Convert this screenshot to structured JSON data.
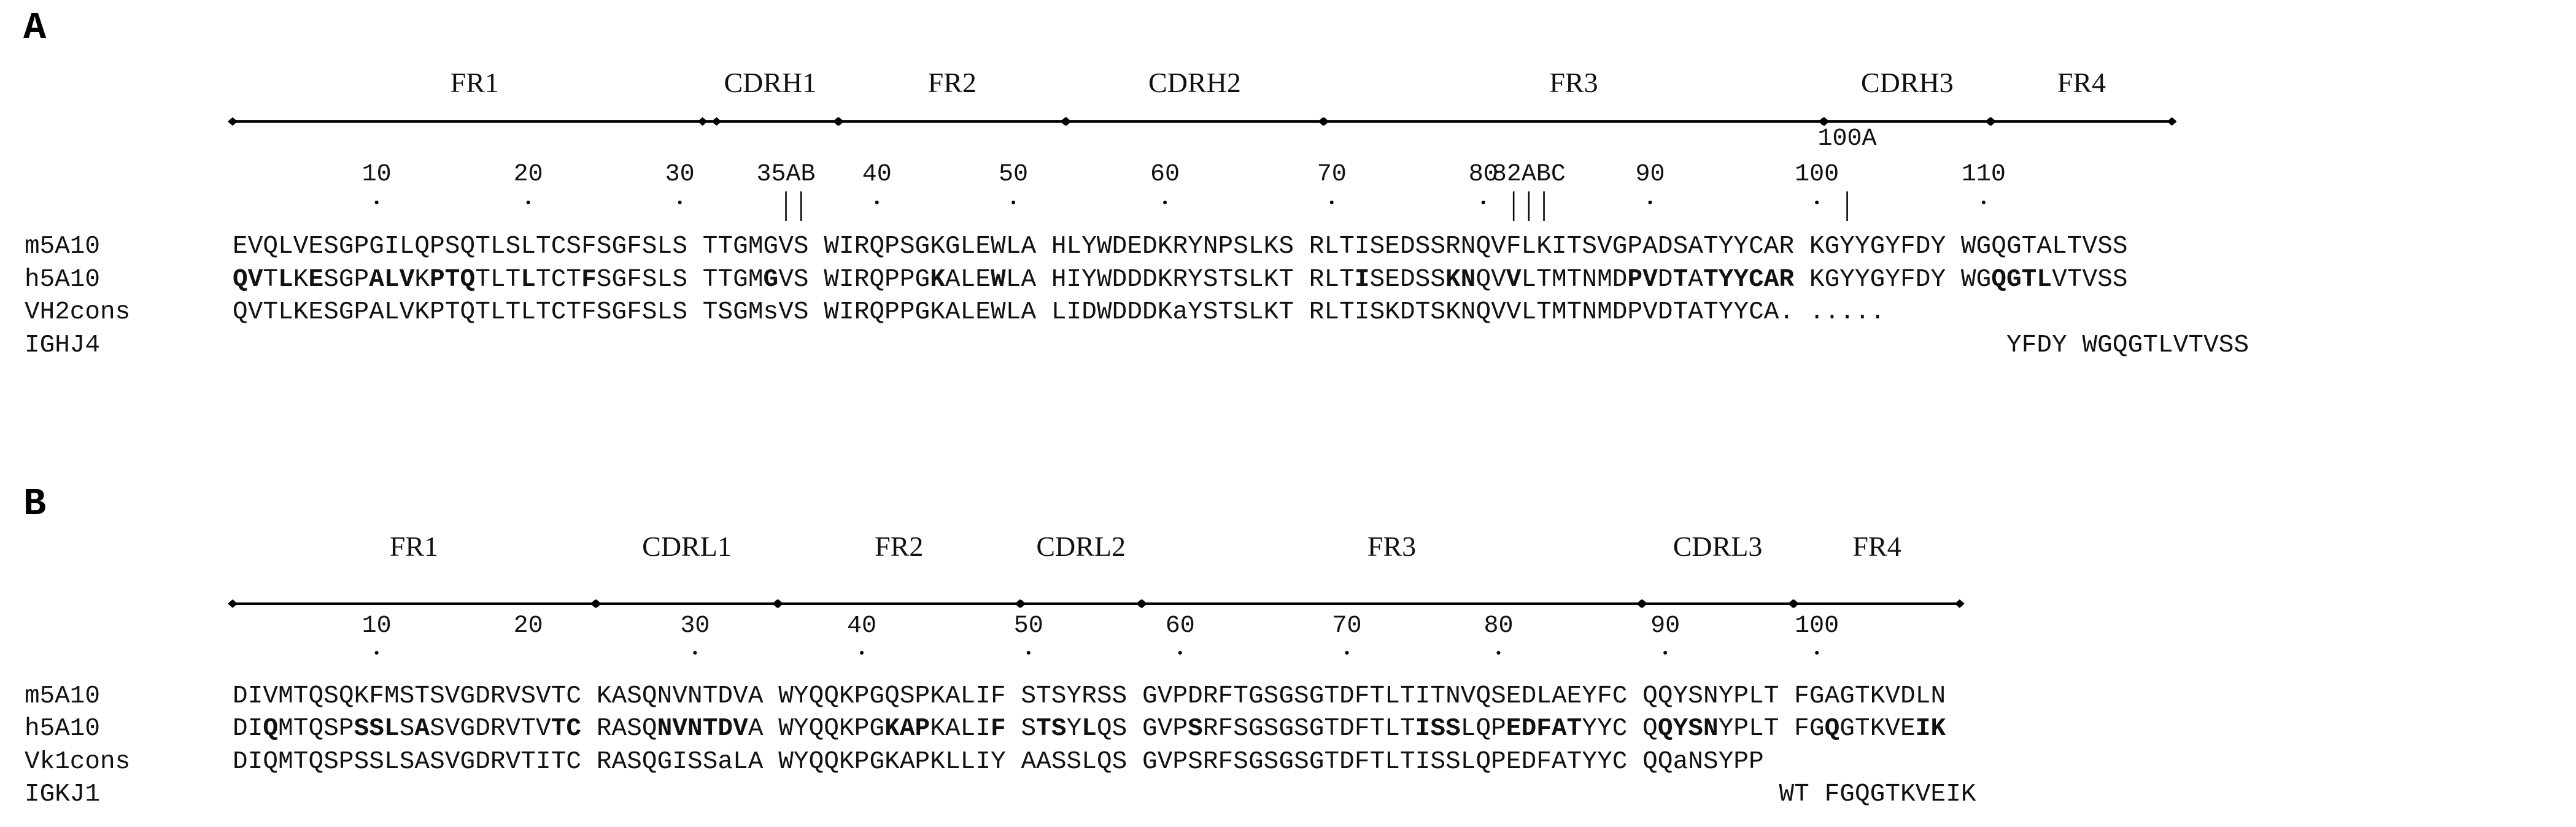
{
  "panels": [
    {
      "letter": "A",
      "regions": [
        {
          "label": "FR1",
          "from": 0,
          "to": 31
        },
        {
          "label": "CDRH1",
          "from": 31,
          "to": 39
        },
        {
          "label": "FR2",
          "from": 40,
          "to": 54
        },
        {
          "label": "CDRH2",
          "from": 55,
          "to": 71
        },
        {
          "label": "FR3",
          "from": 72,
          "to": 104
        },
        {
          "label": "CDRH3",
          "from": 105,
          "to": 115
        },
        {
          "label": "FR4",
          "from": 116,
          "to": 127
        }
      ],
      "numbers": [
        {
          "label": "10",
          "col": 9
        },
        {
          "label": "20",
          "col": 19
        },
        {
          "label": "30",
          "col": 29
        },
        {
          "label": "35AB",
          "col": 36
        },
        {
          "label": "40",
          "col": 42
        },
        {
          "label": "50",
          "col": 51
        },
        {
          "label": "60",
          "col": 61
        },
        {
          "label": "70",
          "col": 72
        },
        {
          "label": "80",
          "col": 82
        },
        {
          "label": "82ABC",
          "col": 85
        },
        {
          "label": "90",
          "col": 93
        },
        {
          "label": "100",
          "col": 104
        },
        {
          "label": "100A",
          "col": 106,
          "raised": true
        },
        {
          "label": "110",
          "col": 115
        }
      ],
      "dots": [
        9,
        19,
        29,
        42,
        51,
        61,
        72,
        82,
        93,
        104,
        115
      ],
      "bars": [
        36,
        37,
        84,
        85,
        86,
        106
      ],
      "rows": [
        {
          "name": "m5A10",
          "seq": "EVQLVESGPGILQPSQTLSLTCSFSGFSLS TTGMGVS WIRQPSGKGLEWLA HLYWDEDKRYNPSLKS RLTISEDSSRNQVFLKITSVGPADSATYYCAR KGYYGYFDY WGQGTALTVSS",
          "bold": ""
        },
        {
          "name": "h5A10",
          "seq": "QVTLKESGPALVKPTQTLTLTCTFSGFSLS TTGMGVS WIRQPPGKALEWLA HIYWDDDKRYSTSLKT RLTISEDSSKNQVVLTMTNMDPVDTATYYCAR KGYYGYFDY WGQGTLVTVSS",
          "bold": "11010100011101110001000100000000000100000000001000100000000000000000000000100000110010000000110101111111000000000000111100000000011000000"
        },
        {
          "name": "VH2cons",
          "seq": "QVTLKESGPALVKPTQTLTLTCTFSGFSLS TSGMsVS WIRQPPGKALEWLA LIDWDDDKaYSTSLKT RLTISKDTSKNQVVLTMTNMDPVDTATYYCA. .....",
          "bold": ""
        },
        {
          "name": "IGHJ4",
          "seq": "                                                                                                                     YFDY WGQGTLVTVSS",
          "bold": ""
        }
      ]
    },
    {
      "letter": "B",
      "regions": [
        {
          "label": "FR1",
          "from": 0,
          "to": 23
        },
        {
          "label": "CDRL1",
          "from": 24,
          "to": 35
        },
        {
          "label": "FR2",
          "from": 36,
          "to": 51
        },
        {
          "label": "CDRL2",
          "from": 52,
          "to": 59
        },
        {
          "label": "FR3",
          "from": 60,
          "to": 92
        },
        {
          "label": "CDRL3",
          "from": 93,
          "to": 102
        },
        {
          "label": "FR4",
          "from": 103,
          "to": 113
        }
      ],
      "numbers": [
        {
          "label": "10",
          "col": 9
        },
        {
          "label": "20",
          "col": 19
        },
        {
          "label": "30",
          "col": 30
        },
        {
          "label": "40",
          "col": 41
        },
        {
          "label": "50",
          "col": 52
        },
        {
          "label": "60",
          "col": 62
        },
        {
          "label": "70",
          "col": 73
        },
        {
          "label": "80",
          "col": 83
        },
        {
          "label": "90",
          "col": 94
        },
        {
          "label": "100",
          "col": 104
        }
      ],
      "dots": [
        9,
        30,
        41,
        52,
        62,
        73,
        83,
        94,
        104
      ],
      "bars": [],
      "rows": [
        {
          "name": "m5A10",
          "seq": "DIVMTQSQKFMSTSVGDRVSVTC KASQNVNTDVA WYQQKPGQSPKALIF STSYRSS GVPDRFTGSGSGTDFTLTITNVQSEDLAEYFC QQYSNYPLT FGAGTKVDLN",
          "bold": ""
        },
        {
          "name": "h5A10",
          "seq": "DIQMTQSPSSLSASVGDRVTVTC RASQNVNTDVA WYQQKPGKAPKALIF STSYLQS GVPSRFSGSGSGTDFTLTISSLQPEDFATYYC QQYSNYPLT FGQGTKVEIK",
          "bold": "001000001110100000000110000011111100000000011100001001101000000100000000000000111000111110000011110000000100000111"
        },
        {
          "name": "Vk1cons",
          "seq": "DIQMTQSPSSLSASVGDRVTITC RASQGISSaLA WYQQKPGKAPKLLIY AASSLQS GVPSRFSGSGSGTDFTLTISSLQPEDFATYYC QQaNSYPP",
          "bold": ""
        },
        {
          "name": "IGKJ1",
          "seq": "                                                                                                      WT FGQGTKVEIK",
          "bold": ""
        }
      ]
    }
  ]
}
